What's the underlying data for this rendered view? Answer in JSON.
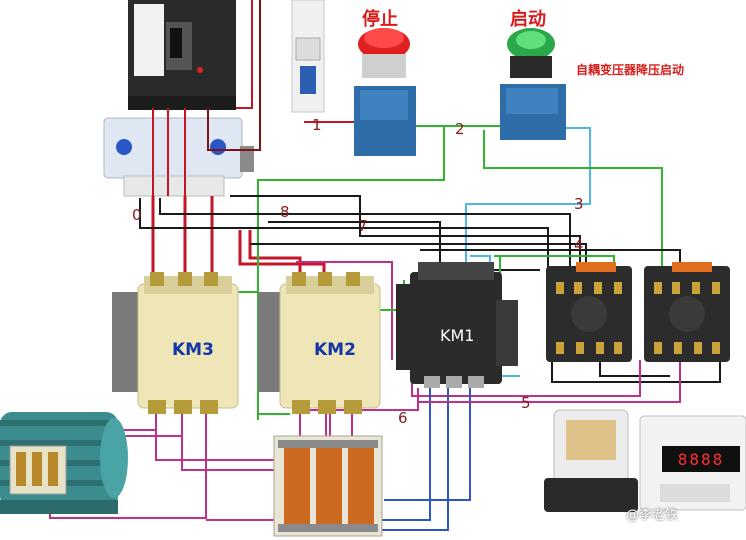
{
  "labels": {
    "stop": "停止",
    "start": "启动",
    "title": "自耦变压器降压启动",
    "km3": "KM3",
    "km2": "KM2",
    "km1": "KM1",
    "timer_display": "8888",
    "watermark": "@李老铁"
  },
  "wire_numbers": [
    "0",
    "1",
    "2",
    "3",
    "4",
    "5",
    "6",
    "7",
    "8"
  ],
  "colors": {
    "wire_red": "#c4162a",
    "wire_black": "#1a1a1a",
    "wire_green": "#2fb52f",
    "wire_cyan": "#4db8e8",
    "wire_magenta": "#c0308a",
    "wire_darkred": "#7a1418",
    "button_red": "#e02020",
    "button_green": "#2aa84a",
    "contactor_body": "#efe6b8",
    "motor_body": "#3a8c8e"
  }
}
